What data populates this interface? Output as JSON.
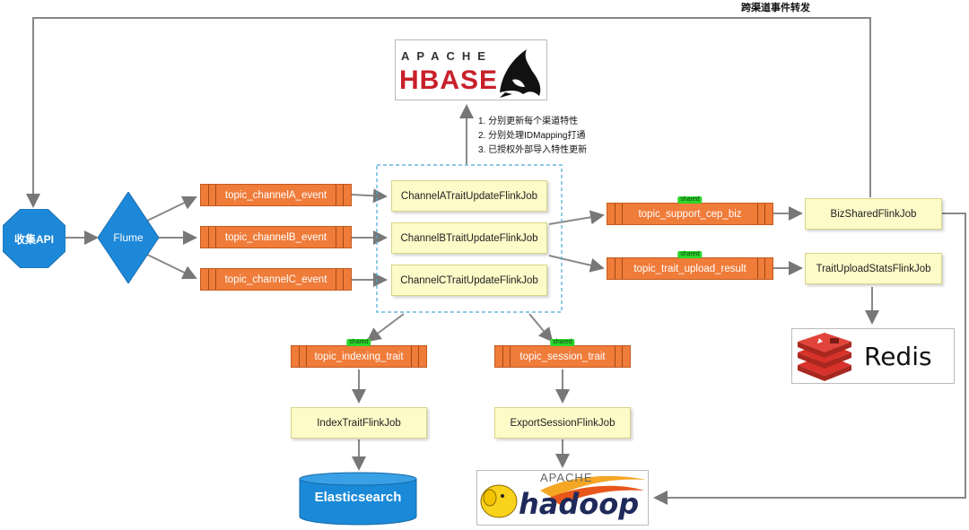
{
  "top_label": "跨渠道事件转发",
  "notes": [
    "1. 分别更新每个渠道特性",
    "2. 分别处理IDMapping打通",
    "3. 已授权外部导入特性更新"
  ],
  "collector": "收集API",
  "flume": "Flume",
  "topics": {
    "channelA": "topic_channelA_event",
    "channelB": "topic_channelB_event",
    "channelC": "topic_channelC_event",
    "support_cep": "topic_support_cep_biz",
    "trait_upload": "topic_trait_upload_result",
    "indexing": "topic_indexing_trait",
    "session": "topic_session_trait"
  },
  "shared_badge": "shared",
  "jobs": {
    "channelA": "ChannelATraitUpdateFlinkJob",
    "channelB": "ChannelBTraitUpdateFlinkJob",
    "channelC": "ChannelCTraitUpdateFlinkJob",
    "biz_shared": "BizSharedFlinkJob",
    "trait_stats": "TraitUploadStatsFlinkJob",
    "index_trait": "IndexTraitFlinkJob",
    "export_session": "ExportSessionFlinkJob"
  },
  "logos": {
    "hbase_top": "APACHE",
    "hbase_main": "HBASE",
    "redis": "Redis",
    "elasticsearch": "Elasticsearch",
    "hadoop_top": "APACHE",
    "hadoop_main": "hadoop"
  },
  "colors": {
    "topic_fill": "#f07c3a",
    "job_fill": "#fdfbc8",
    "collector_fill": "#1e88d8",
    "shared_badge": "#2bd62b",
    "elastic_fill": "#1a8ad8",
    "hbase_red": "#c8202a",
    "redis_red": "#d8322a"
  }
}
